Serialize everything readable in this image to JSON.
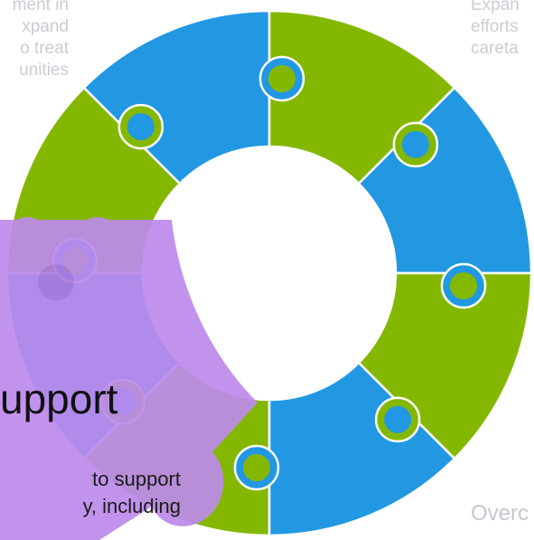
{
  "colors": {
    "green": "#84b800",
    "blue": "#2298e3",
    "purple": "#bd8aec",
    "faint_text": "#c9cdd2"
  },
  "left_snippet": [
    "ment in",
    "xpand",
    "o treat",
    "unities"
  ],
  "right_snippet": [
    "Expan",
    "efforts",
    "careta"
  ],
  "bottom_right_snippet": "Overc",
  "highlight": {
    "title": "upport",
    "lines": [
      "to support",
      "y, including"
    ]
  },
  "pieces": [
    {
      "name": "top-right",
      "color": "green"
    },
    {
      "name": "right-upper",
      "color": "blue"
    },
    {
      "name": "right-lower",
      "color": "green"
    },
    {
      "name": "bottom-right",
      "color": "blue"
    },
    {
      "name": "bottom-left",
      "color": "green"
    },
    {
      "name": "left-lower",
      "color": "blue"
    },
    {
      "name": "left-upper",
      "color": "green"
    },
    {
      "name": "top-left",
      "color": "blue"
    }
  ]
}
